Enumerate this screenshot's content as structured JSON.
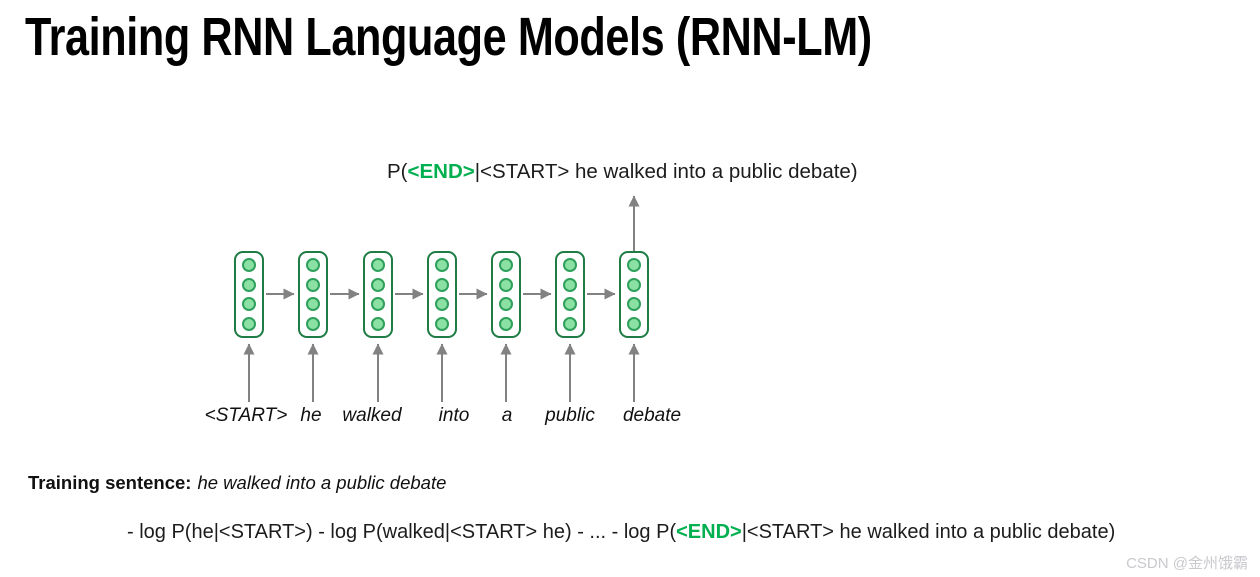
{
  "slide": {
    "title": "Training RNN Language Models (RNN-LM)"
  },
  "diagram": {
    "caption": {
      "prefix": "P(",
      "end_token": "<END>",
      "suffix": "|<START> he walked into a public debate)"
    },
    "words": [
      "<START>",
      "he",
      "walked",
      "into",
      "a",
      "public",
      "debate"
    ],
    "num_cells": 7,
    "units_per_cell": 4
  },
  "training": {
    "label": "Training sentence:",
    "sentence": "he walked into a public debate"
  },
  "loss": {
    "prefix": "- log P(he|<START>) - log P(walked|<START> he) - ... - log P(",
    "end_token": "<END>",
    "suffix": "|<START> he walked into a public debate)"
  },
  "watermark": "CSDN @金州饿霸",
  "colors": {
    "accent_green": "#00B050",
    "cell_border": "#1e7c44",
    "unit_stroke": "#2ea05c",
    "unit_fill": "#8be0a4",
    "arrow_gray": "#828282",
    "text": "#1c1c1c",
    "watermark": "#c9c9ce"
  }
}
